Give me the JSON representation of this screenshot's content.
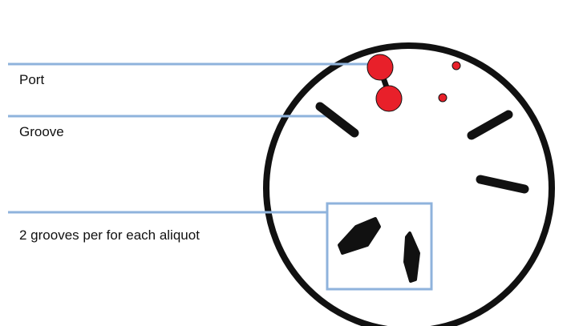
{
  "labels": {
    "port": "Port",
    "groove": "Groove",
    "aliquot": "2 grooves per for each aliquot"
  },
  "colors": {
    "callout_line": "#8fb3dc",
    "port_fill": "#e8202a",
    "outline": "#111111",
    "background": "#ffffff"
  }
}
